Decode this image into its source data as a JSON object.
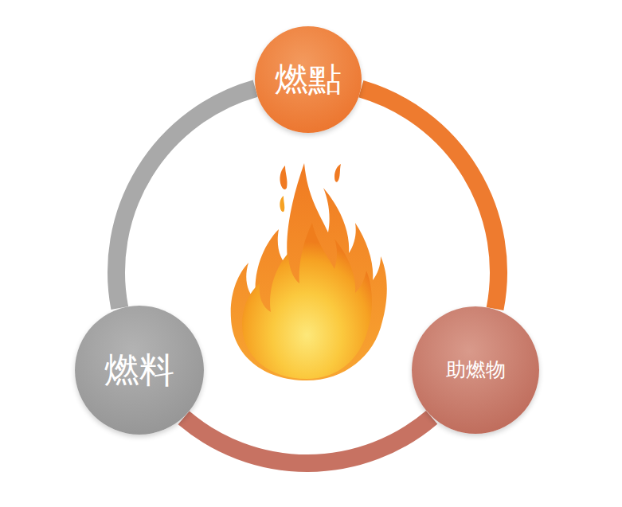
{
  "diagram": {
    "nodes": [
      {
        "text": [
          "燃點"
        ]
      },
      {
        "text": [
          "燃料"
        ]
      },
      {
        "text": [
          "助燃物"
        ]
      }
    ],
    "edges": [
      {
        "from": 0,
        "to": 1,
        "arrow": "none"
      },
      {
        "from": 0,
        "to": 2,
        "arrow": "none"
      },
      {
        "from": 1,
        "to": 2,
        "arrow": "none"
      }
    ]
  }
}
